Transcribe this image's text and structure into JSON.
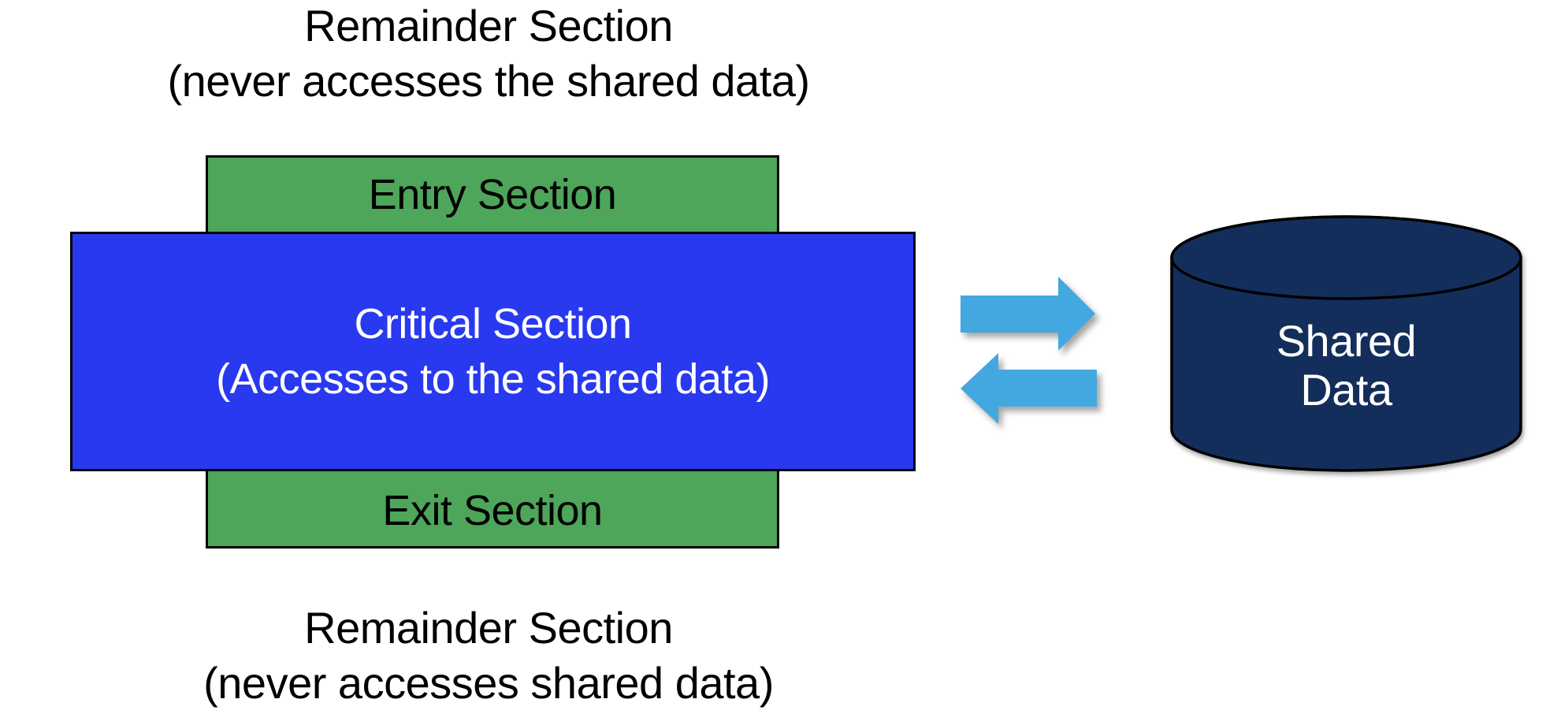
{
  "colors": {
    "entry_exit_fill": "#4DA659",
    "critical_fill": "#2939F0",
    "cylinder_fill": "#142E5B",
    "arrow_fill": "#44A8E0",
    "outline": "#000000",
    "critical_text": "#FFFFFF",
    "note_text": "#000000"
  },
  "top_note": {
    "line1": "Remainder Section",
    "line2": "(never accesses the shared data)"
  },
  "entry_box": {
    "label": "Entry Section"
  },
  "critical_box": {
    "line1": "Critical Section",
    "line2": "(Accesses to the shared data)"
  },
  "exit_box": {
    "label": "Exit Section"
  },
  "bottom_note": {
    "line1": "Remainder Section",
    "line2": "(never accesses shared data)"
  },
  "shared_data": {
    "line1": "Shared",
    "line2": "Data"
  }
}
